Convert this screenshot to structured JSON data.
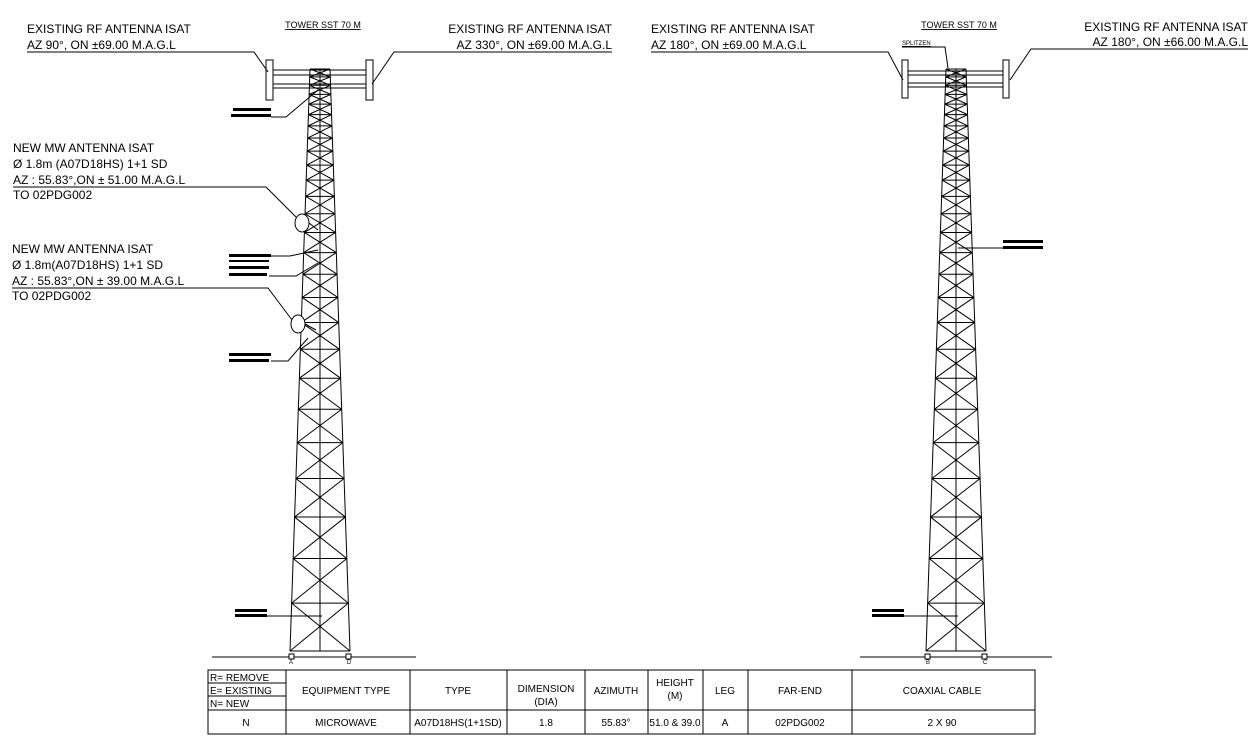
{
  "left_elevation": {
    "title": "TOWER SST 70 M",
    "rf_left": {
      "line1": "EXISTING RF ANTENNA ISAT",
      "line2": "AZ 90°, ON ±69.00  M.A.G.L"
    },
    "rf_right": {
      "line1": "EXISTING RF ANTENNA ISAT",
      "line2": "AZ 330°, ON ±69.00  M.A.G.L"
    },
    "mw_upper": {
      "line1": "NEW MW ANTENNA ISAT",
      "line2": "Ø 1.8m (A07D18HS) 1+1 SD",
      "line3": "AZ : 55.83°,ON ± 51.00 M.A.G.L",
      "line4": "TO 02PDG002"
    },
    "mw_lower": {
      "line1": "NEW  MW ANTENNA ISAT",
      "line2": "Ø 1.8m(A07D18HS) 1+1 SD",
      "line3": "AZ : 55.83°,ON ± 39.00 M.A.G.L",
      "line4": "TO 02PDG002"
    },
    "leg_a": "A",
    "leg_d": "D"
  },
  "right_elevation": {
    "title": "TOWER SST 70 M",
    "splitter": "SPLITZEN",
    "rf_left": {
      "line1": "EXISTING RF ANTENNA ISAT",
      "line2": "AZ 180°, ON ±69.00  M.A.G.L"
    },
    "rf_right": {
      "line1": "EXISTING RF ANTENNA ISAT",
      "line2": "AZ 180°, ON ±66.00  M.A.G.L"
    },
    "leg_b": "B",
    "leg_c": "C"
  },
  "legend": {
    "remove": "R= REMOVE",
    "existing": "E= EXISTING",
    "new": "N= NEW"
  },
  "table": {
    "headers": [
      "EQUIPMENT TYPE",
      "TYPE",
      "DIMENSION\n(DIA)",
      "AZIMUTH",
      "HEIGHT\n(M)",
      "LEG",
      "FAR-END",
      "COAXIAL CABLE"
    ],
    "row": [
      "N",
      "MICROWAVE",
      "A07D18HS(1+1SD)",
      "1.8",
      "55.83°",
      "51.0 & 39.0",
      "A",
      "02PDG002",
      "2 X 90"
    ]
  }
}
